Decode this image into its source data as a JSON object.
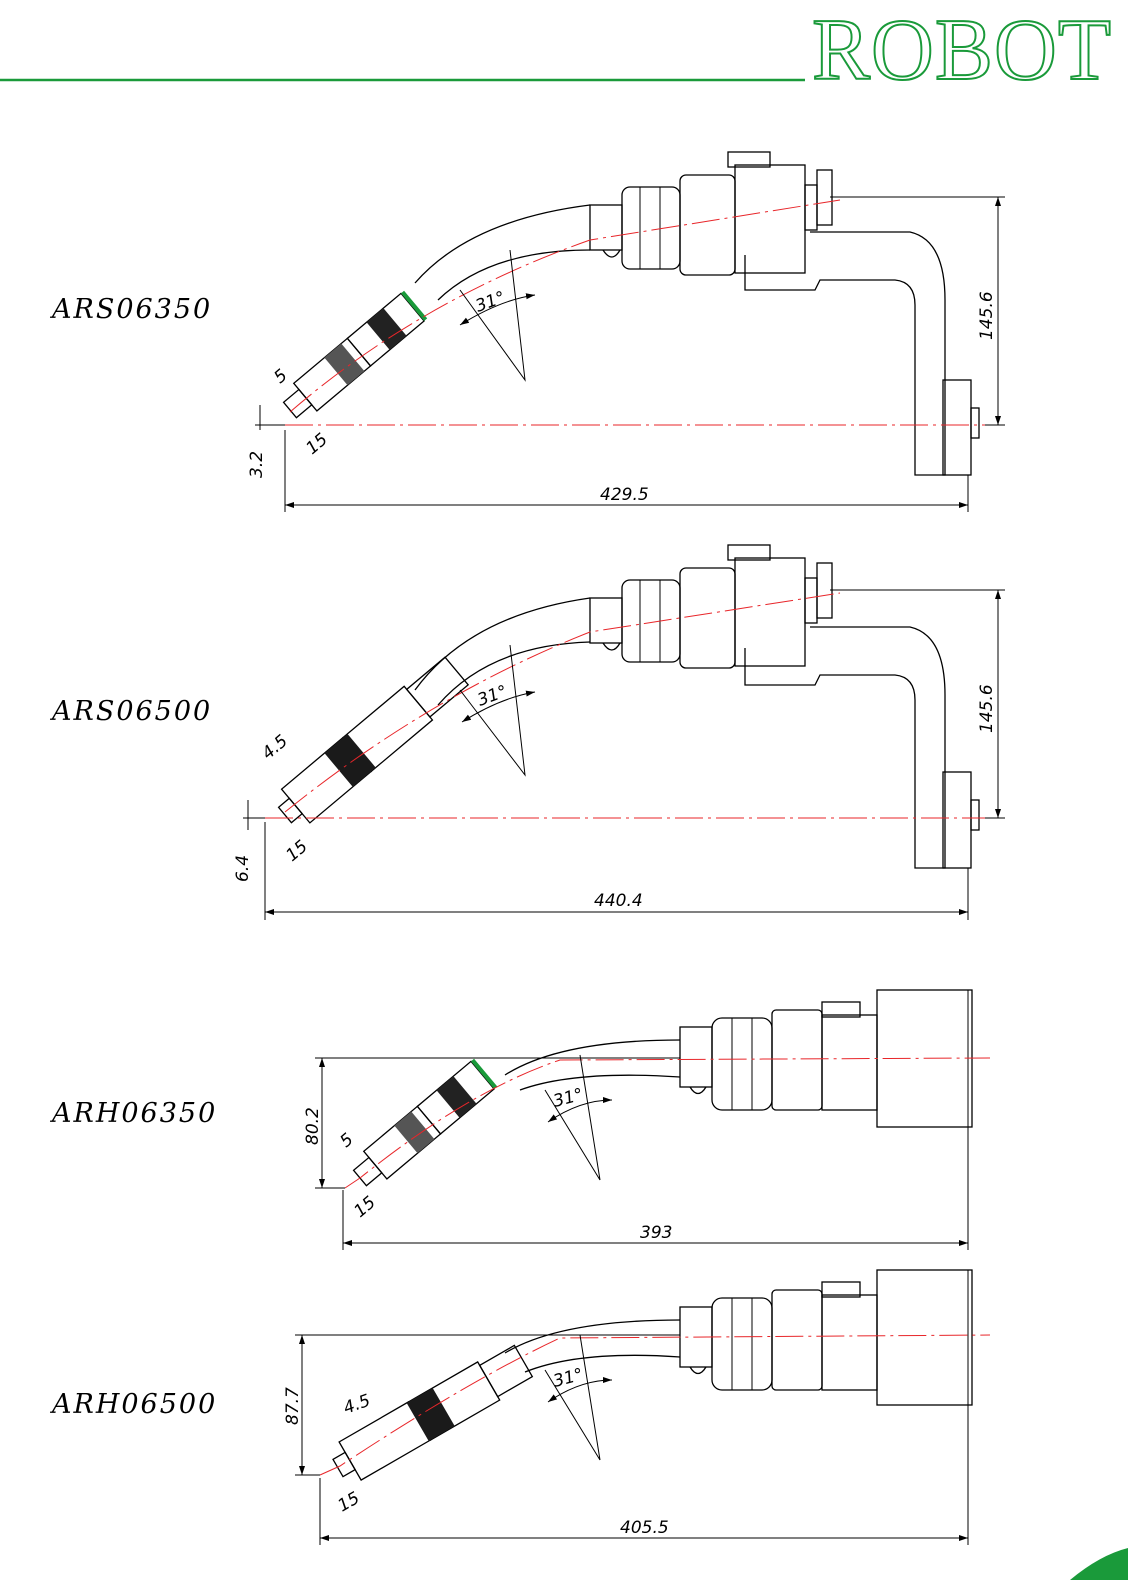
{
  "header": {
    "brand": "ROBOT",
    "brand_color": "#1a9a3a"
  },
  "models": [
    {
      "name": "ARS06350",
      "dims": {
        "offset": "3.2",
        "tip": "5",
        "nozzle": "15",
        "angle": "31°",
        "height": "145.6",
        "length": "429.5"
      }
    },
    {
      "name": "ARS06500",
      "dims": {
        "offset": "6.4",
        "tip": "4.5",
        "nozzle": "15",
        "angle": "31°",
        "height": "145.6",
        "length": "440.4"
      }
    },
    {
      "name": "ARH06350",
      "dims": {
        "tip": "5",
        "nozzle": "15",
        "angle": "31°",
        "height": "80.2",
        "length": "393"
      }
    },
    {
      "name": "ARH06500",
      "dims": {
        "tip": "4.5",
        "nozzle": "15",
        "angle": "31°",
        "height": "87.7",
        "length": "405.5"
      }
    }
  ],
  "colors": {
    "centerline": "#e8262a",
    "outline": "#000000",
    "accent": "#1a9a3a"
  }
}
